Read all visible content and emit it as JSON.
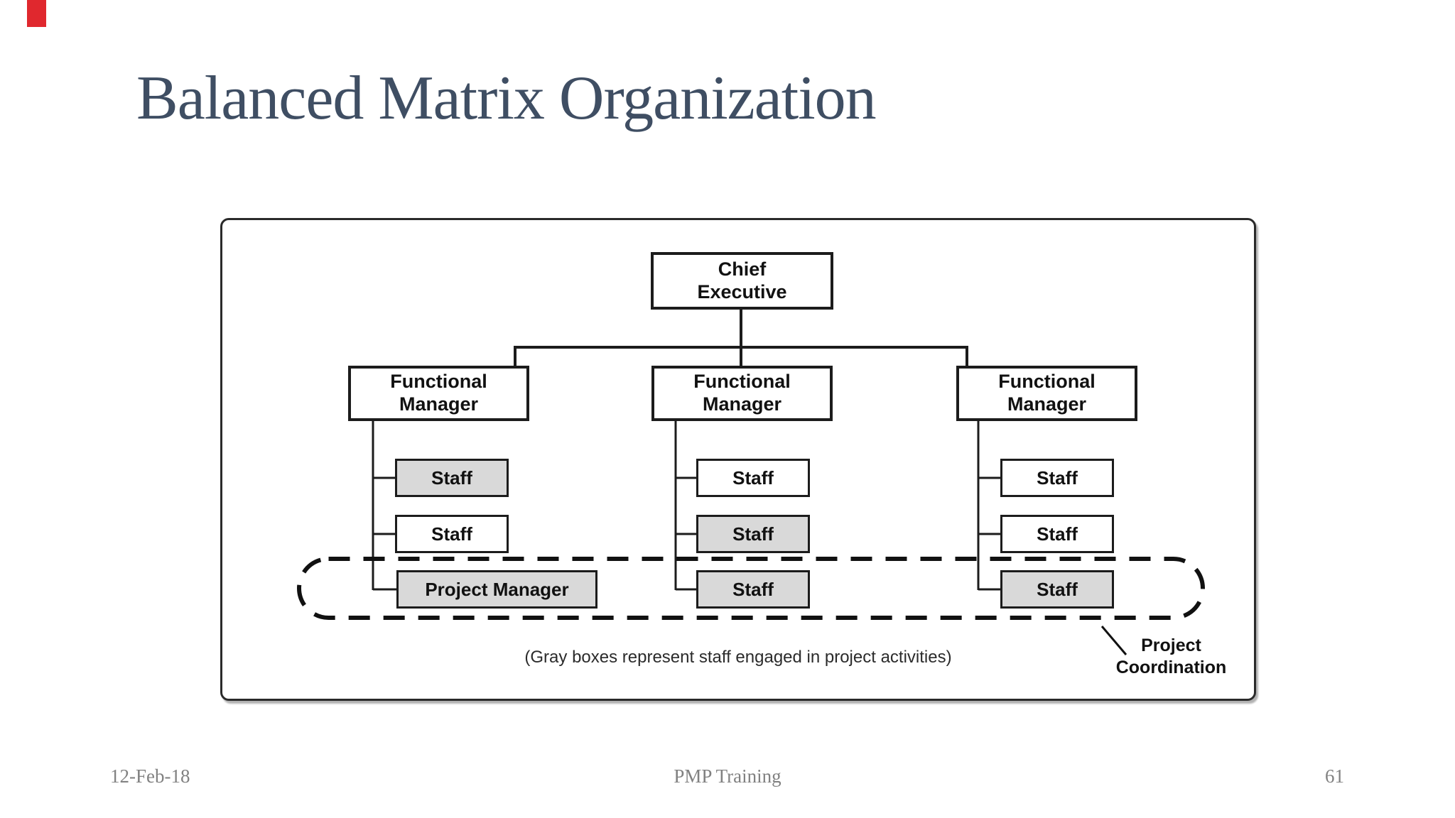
{
  "slide": {
    "title": "Balanced Matrix Organization",
    "title_color": "#3f4e63",
    "accent_color": "#e0282e"
  },
  "diagram": {
    "chief_executive": "Chief\nExecutive",
    "functional_manager": "Functional\nManager",
    "columns": [
      {
        "staff": [
          {
            "label": "Staff",
            "gray": true
          },
          {
            "label": "Staff",
            "gray": false
          },
          {
            "label": "Project Manager",
            "gray": true
          }
        ]
      },
      {
        "staff": [
          {
            "label": "Staff",
            "gray": false
          },
          {
            "label": "Staff",
            "gray": true
          },
          {
            "label": "Staff",
            "gray": true
          }
        ]
      },
      {
        "staff": [
          {
            "label": "Staff",
            "gray": false
          },
          {
            "label": "Staff",
            "gray": false
          },
          {
            "label": "Staff",
            "gray": true
          }
        ]
      }
    ],
    "gray_fill_color": "#d9d9d9",
    "line_color": "#1c1c1c",
    "caption": "(Gray boxes represent staff engaged in project activities)",
    "coordination_label": "Project\nCoordination"
  },
  "footer": {
    "date": "12-Feb-18",
    "center": "PMP Training",
    "page_number": "61"
  }
}
